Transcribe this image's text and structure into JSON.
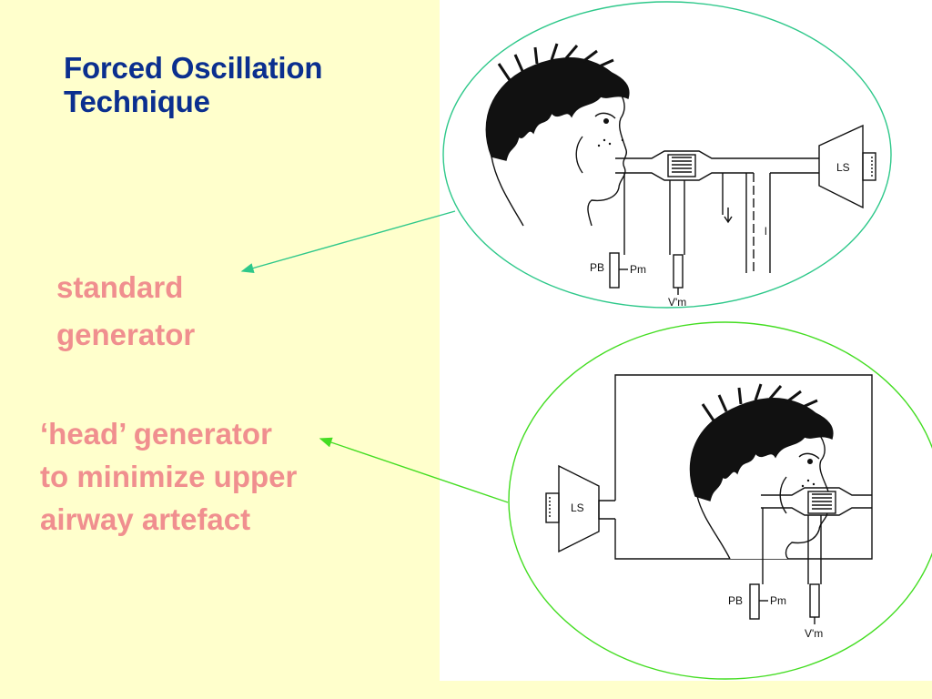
{
  "slide": {
    "title_lines": [
      "Forced Oscillation",
      "Technique"
    ],
    "standard_label_lines": [
      "standard",
      "generator"
    ],
    "head_label_lines": [
      "‘head’ generator",
      "to minimize upper",
      "airway artefact"
    ]
  },
  "diagram_labels": {
    "top_speaker": "LS",
    "top_pb": "PB",
    "top_pm": "Pm",
    "top_vm": "V'm",
    "top_line": "l",
    "bottom_speaker": "LS",
    "bottom_pb": "PB",
    "bottom_pm": "Pm",
    "bottom_vm": "V'm"
  },
  "colors": {
    "background": "#ffffcc",
    "title": "#0b2f8f",
    "label": "#f08f8f",
    "top_ellipse": "#2ec88a",
    "bottom_ellipse": "#44dd22"
  }
}
